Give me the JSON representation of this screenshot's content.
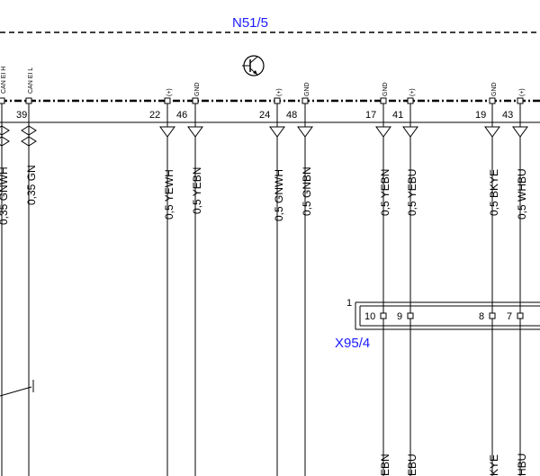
{
  "component": {
    "id": "N51/5"
  },
  "connector": {
    "id": "X95/4",
    "edge_number": "1"
  },
  "pins": [
    {
      "num": "",
      "fn": "CAN EI H",
      "wire": "0,35 GNWH"
    },
    {
      "num": "39",
      "fn": "CAN EI L",
      "wire": "0,35 GN"
    },
    {
      "num": "22",
      "fn": "(+)",
      "wire": "0,5 YEWH"
    },
    {
      "num": "46",
      "fn": "GND",
      "wire": "0,5 YEBN"
    },
    {
      "num": "24",
      "fn": "(+)",
      "wire": "0,5 GNWH"
    },
    {
      "num": "48",
      "fn": "GND",
      "wire": "0,5 GNBN"
    },
    {
      "num": "17",
      "fn": "GND",
      "wire": "0,5 YEBN"
    },
    {
      "num": "41",
      "fn": "(+)",
      "wire": "0,5 YEBU"
    },
    {
      "num": "19",
      "fn": "GND",
      "wire": "0,5 BKYE"
    },
    {
      "num": "43",
      "fn": "(+)",
      "wire": "0,5 WHBU"
    }
  ],
  "connector_pins": [
    "10",
    "9",
    "8",
    "7"
  ],
  "bottom_labels": [
    "EBN",
    "EBU",
    "KYE",
    "HBU"
  ]
}
